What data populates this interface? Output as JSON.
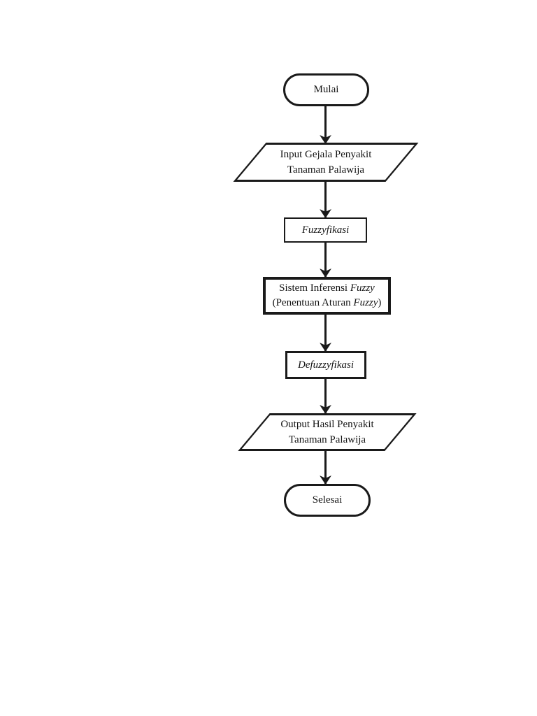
{
  "page": {
    "background": "#ffffff"
  },
  "flowchart": {
    "stroke_color": "#1a1a1a",
    "text_color": "#141414",
    "direction": "top-to-bottom",
    "nodes": {
      "start": {
        "type": "terminator",
        "label": "Mulai"
      },
      "input": {
        "type": "parallelogram",
        "line1": "Input Gejala Penyakit",
        "line2": "Tanaman Palawija"
      },
      "fuzzification": {
        "type": "process",
        "label": "Fuzzyfikasi",
        "italic": true
      },
      "inference": {
        "type": "process",
        "line1_text": "Sistem Inferensi ",
        "line1_italic": "Fuzzy",
        "line2_text": "(Penentuan Aturan ",
        "line2_italic": "Fuzzy",
        "line2_close": ")"
      },
      "defuzzification": {
        "type": "process",
        "label": "Defuzzyfikasi",
        "italic": true
      },
      "output": {
        "type": "parallelogram",
        "line1": "Output Hasil Penyakit",
        "line2": "Tanaman Palawija"
      },
      "end": {
        "type": "terminator",
        "label": "Selesai"
      }
    },
    "edges": [
      {
        "from": "start",
        "to": "input"
      },
      {
        "from": "input",
        "to": "fuzzification"
      },
      {
        "from": "fuzzification",
        "to": "inference"
      },
      {
        "from": "inference",
        "to": "defuzzification"
      },
      {
        "from": "defuzzification",
        "to": "output"
      },
      {
        "from": "output",
        "to": "end"
      }
    ]
  }
}
